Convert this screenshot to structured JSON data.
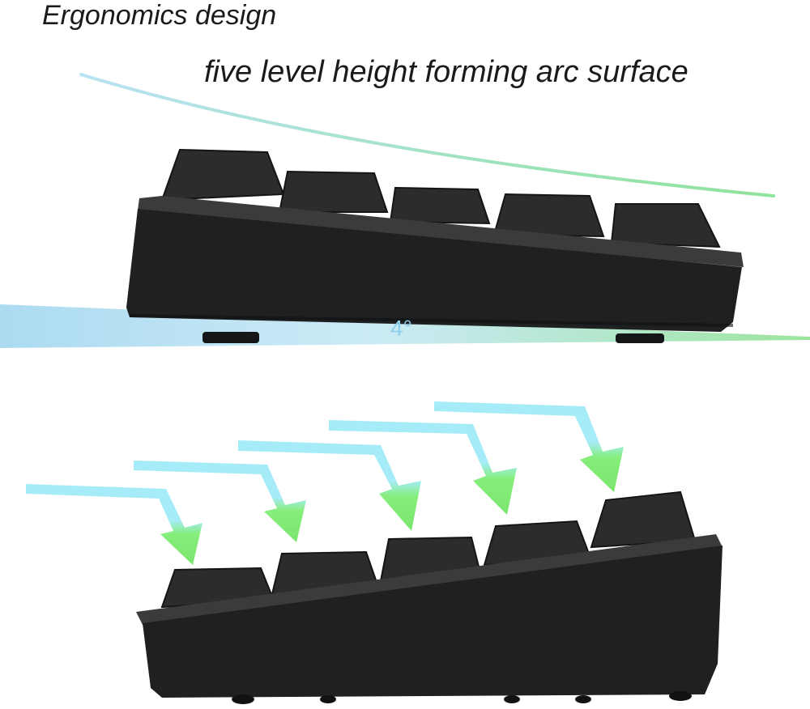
{
  "title": "Ergonomics design",
  "subtitle": "five level height forming arc surface",
  "angle_label": "4°",
  "colors": {
    "keyboard": "#1e1f21",
    "keycap": "#2a2b2d",
    "arc_blue": "#a9dcf0",
    "arc_green": "#7fe07f",
    "arrow_cyan": "#9ee8f6",
    "arrow_green": "#7ded74"
  },
  "illustrations": [
    {
      "name": "flat-keyboard",
      "description_icon": "keyboard-side-view-icon"
    },
    {
      "name": "tilted-keyboard",
      "description_icon": "keyboard-side-view-icon"
    }
  ]
}
